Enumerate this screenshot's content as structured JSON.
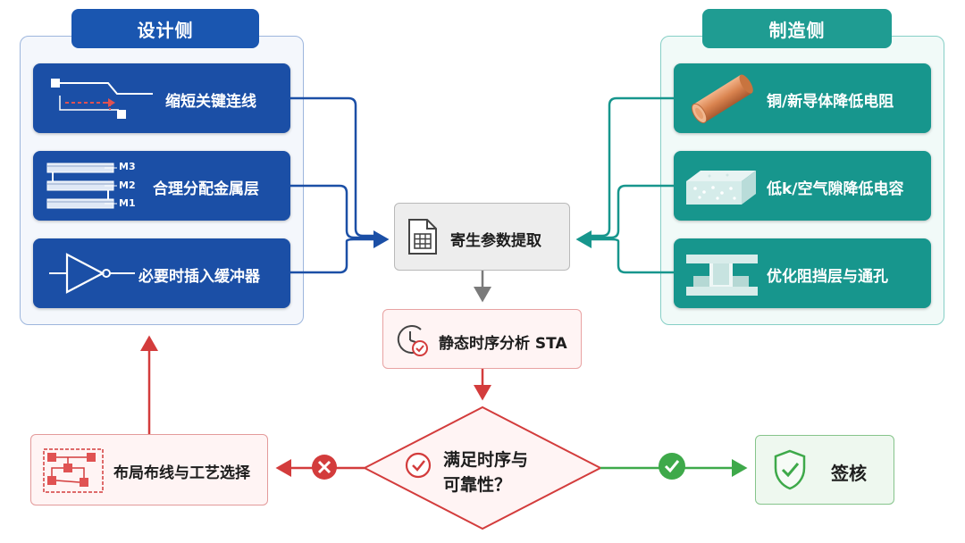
{
  "design_side": {
    "title": "设计侧",
    "items": [
      {
        "label": "缩短关键连线",
        "icon": "short-wire-icon"
      },
      {
        "label": "合理分配金属层",
        "icon": "metal-layers-icon",
        "layers": [
          "M3",
          "M2",
          "M1"
        ]
      },
      {
        "label": "必要时插入缓冲器",
        "icon": "buffer-icon"
      }
    ]
  },
  "manufacturing_side": {
    "title": "制造侧",
    "items": [
      {
        "label": "铜/新导体降低电阻",
        "icon": "copper-wire-icon"
      },
      {
        "label": "低k/空气隙降低电容",
        "icon": "low-k-dielectric-icon"
      },
      {
        "label": "优化阻挡层与通孔",
        "icon": "via-barrier-icon"
      }
    ]
  },
  "flow": {
    "extraction": {
      "label": "寄生参数提取",
      "icon": "spreadsheet-icon"
    },
    "sta": {
      "label": "静态时序分析 STA",
      "icon": "clock-check-icon"
    },
    "decision": {
      "line1": "满足时序与",
      "line2": "可靠性？",
      "icon": "check-circle-icon"
    },
    "rework": {
      "label": "布局布线与工艺选择",
      "icon": "layout-routing-icon"
    },
    "signoff": {
      "label": "签核",
      "icon": "shield-check-icon"
    }
  },
  "colors": {
    "blue": "#1b4fa6",
    "teal": "#17968d",
    "red": "#d33c3c",
    "green": "#3ea94a",
    "gray_arrow": "#7a7a7a"
  }
}
